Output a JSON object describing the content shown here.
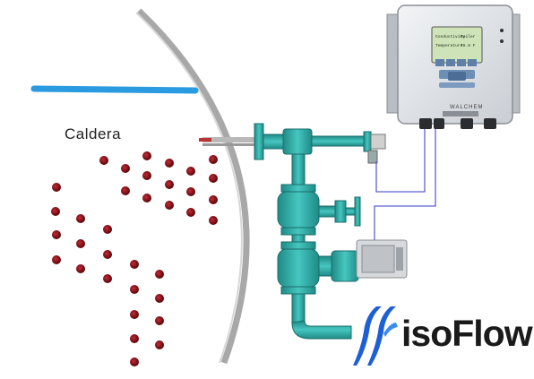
{
  "diagram": {
    "vessel_label": "Caldera",
    "brand": {
      "name": "isoFlow",
      "mark_color": "#1e5fd6"
    },
    "controller": {
      "maker_label": "WALCHEM",
      "screen_lines": [
        "Conductivity",
        "Temperature"
      ],
      "screen_values": [
        "Boiler",
        "78.8 F"
      ]
    },
    "colors": {
      "water_line": "#2a9be0",
      "piping": "#2aa7a3",
      "signal_wire": "#5e62d6",
      "droplets": "#7a0b12",
      "vessel_wall": "#a8a8a8"
    }
  }
}
